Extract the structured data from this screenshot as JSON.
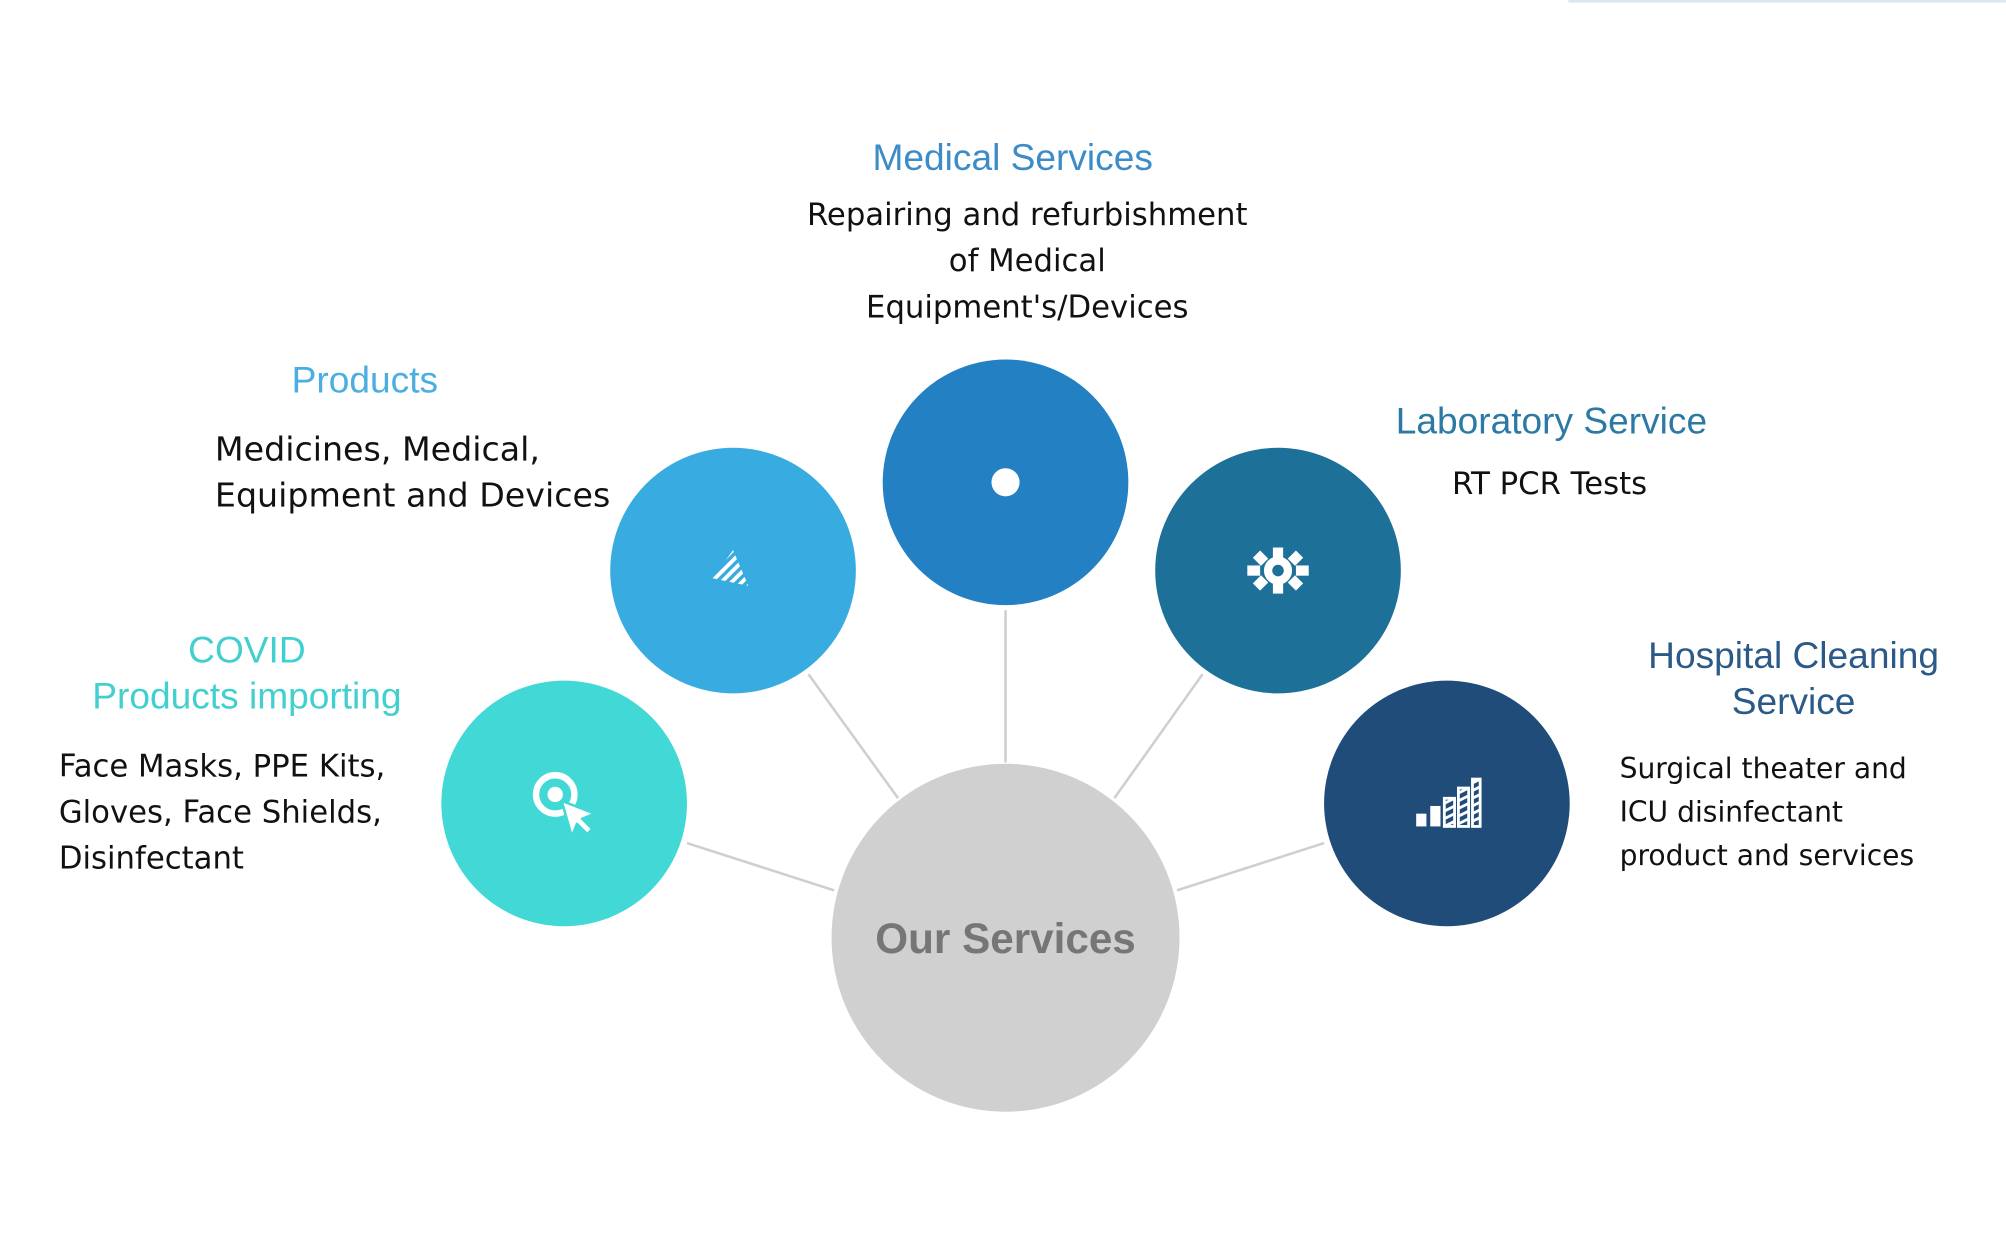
{
  "center": {
    "label": "Our Services",
    "color": "#d0d0d0"
  },
  "services": {
    "covid": {
      "title_line1": "COVID",
      "title_line2": "Products importing",
      "desc_line1": "Face Masks, PPE Kits,",
      "desc_line2": "Gloves, Face Shields,",
      "desc_line3": "Disinfectant",
      "color": "#42d8d5",
      "icon": "target-cursor-icon"
    },
    "products": {
      "title": "Products",
      "desc_line1": "Medicines, Medical,",
      "desc_line2": "Equipment and Devices",
      "color": "#38abe0",
      "icon": "striped-triangle-icon"
    },
    "medical": {
      "title": "Medical Services",
      "desc_line1": "Repairing and refurbishment",
      "desc_line2": "of Medical",
      "desc_line3": "Equipment's/Devices",
      "color": "#2380c3",
      "icon": "dot-icon"
    },
    "laboratory": {
      "title": "Laboratory Service",
      "desc_line1": "RT PCR Tests",
      "color": "#1d7097",
      "icon": "gear-icon"
    },
    "cleaning": {
      "title_line1": "Hospital Cleaning",
      "title_line2": "Service",
      "desc_line1": "Surgical theater and",
      "desc_line2": "ICU disinfectant",
      "desc_line3": "product and services",
      "color": "#1f4c79",
      "icon": "bar-chart-icon"
    }
  }
}
